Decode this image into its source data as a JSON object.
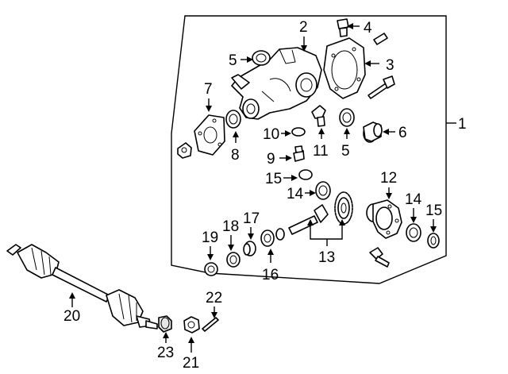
{
  "callouts": {
    "c1": "1",
    "c2": "2",
    "c3": "3",
    "c4": "4",
    "c5a": "5",
    "c5b": "5",
    "c6": "6",
    "c7": "7",
    "c8": "8",
    "c9": "9",
    "c10": "10",
    "c11": "11",
    "c12": "12",
    "c13": "13",
    "c14a": "14",
    "c14b": "14",
    "c15a": "15",
    "c15b": "15",
    "c16": "16",
    "c17": "17",
    "c18": "18",
    "c19": "19",
    "c20": "20",
    "c21": "21",
    "c22": "22",
    "c23": "23"
  }
}
